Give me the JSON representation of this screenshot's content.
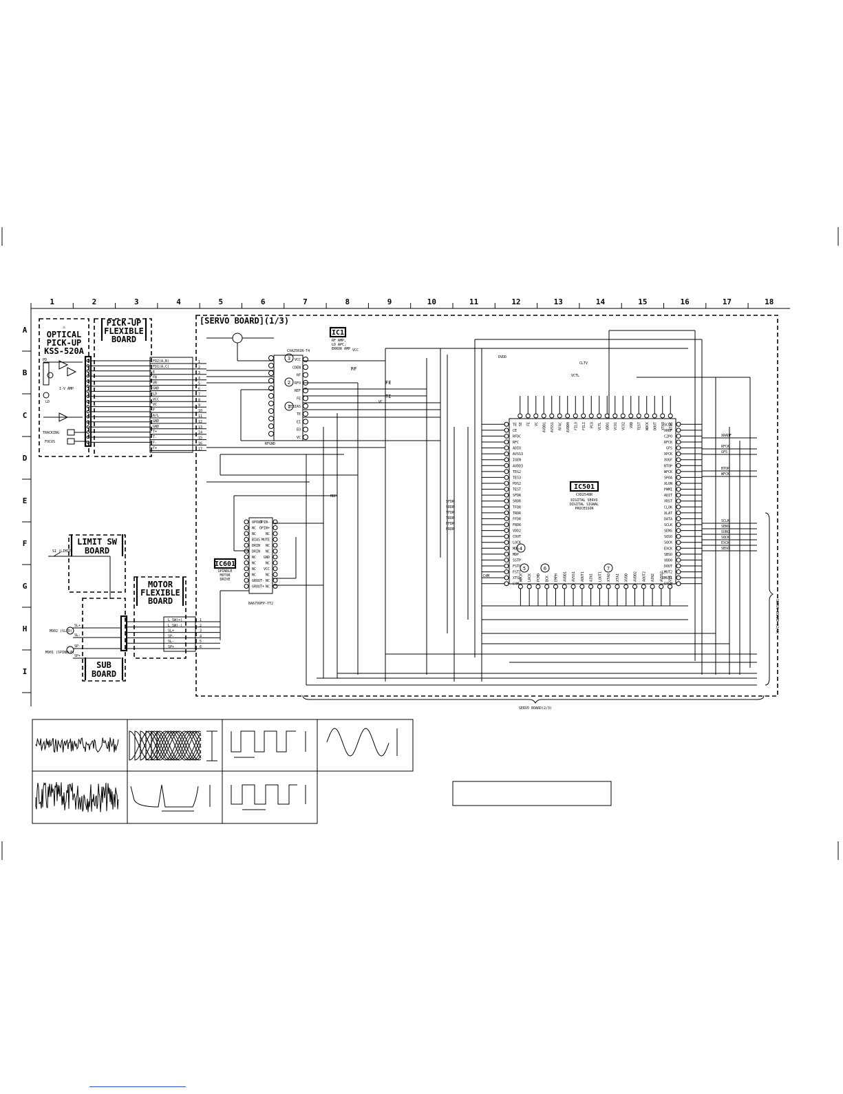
{
  "grid": {
    "columns": [
      "1",
      "2",
      "3",
      "4",
      "5",
      "6",
      "7",
      "8",
      "9",
      "10",
      "11",
      "12",
      "13",
      "14",
      "15",
      "16",
      "17",
      "18"
    ],
    "rows": [
      "A",
      "B",
      "C",
      "D",
      "E",
      "F",
      "G",
      "H",
      "I"
    ]
  },
  "blocks": {
    "optical_pickup": {
      "lines": [
        "OPTICAL",
        "PICK-UP",
        "KSS-520A"
      ],
      "amp_label": "I-V AMP",
      "tracking": "TRACKING",
      "focus": "FOCUS",
      "ld": "LD",
      "pd": "PD"
    },
    "pickup_flex": {
      "lines": [
        "PICK-UP",
        "FLEXIBLE",
        "BOARD"
      ]
    },
    "servo_board": {
      "title": "[SERVO BOARD](1/3)"
    },
    "limit_sw": {
      "lines": [
        "LIMIT SW",
        "BOARD"
      ],
      "switch": "S1 (LIMIT)"
    },
    "motor_flex": {
      "lines": [
        "MOTOR",
        "FLEXIBLE",
        "BOARD"
      ]
    },
    "sub_board": {
      "lines": [
        "SUB",
        "BOARD"
      ],
      "m902": "M902 (SLED)",
      "m901": "M901 (SPINDLE)"
    }
  },
  "ic1": {
    "name": "IC1",
    "desc": [
      "RF AMP,",
      "LD APC,",
      "ERROR AMP"
    ],
    "part": "CXA2581N-T4",
    "pins": [
      "VCC",
      "CDEN",
      "RF",
      "RFO",
      "REF",
      "FE",
      "FEBIAS",
      "TE",
      "EI",
      "EO",
      "VC"
    ]
  },
  "ic501": {
    "name": "IC501",
    "part": "CXD2548R",
    "desc": [
      "DIGITAL SERVO",
      "DIGITAL SIGNAL",
      "PROCESSOR"
    ],
    "left_pins": [
      "TE",
      "CE",
      "RFDC",
      "RFC",
      "ADIO",
      "AVSS3",
      "IGEN",
      "AVDD3",
      "TES2",
      "TES3",
      "PDS2",
      "TEST",
      "SFDR",
      "SRDR",
      "TFDR",
      "TRDR",
      "FFDR",
      "FRDR",
      "VDD2",
      "COUT",
      "LOCK",
      "MDS",
      "MDP",
      "SSTP",
      "FSTO",
      "FSTI",
      "XTSL",
      "C4M"
    ],
    "right_pins": [
      "SCOR",
      "XRDF",
      "C2PO",
      "RFCK",
      "GFS",
      "XPCK",
      "XUGF",
      "BTOP",
      "WFCK",
      "SPOA",
      "XLON",
      "PWMI",
      "ADIT",
      "XRST",
      "CLOK",
      "XLAT",
      "DATA",
      "SCLK",
      "SENS",
      "SQSO",
      "SQCK",
      "EXCK",
      "SBSO",
      "VDD0",
      "DOUT",
      "LMUT2",
      "RMUT1",
      "SYSM"
    ],
    "top_pins": [
      "SE",
      "FE",
      "VC",
      "AVDD1",
      "AVSS1",
      "RFAC",
      "AVDD0",
      "FILO",
      "FILI",
      "PCO",
      "VCTL",
      "VDD1",
      "VCO1",
      "VCO2",
      "VDD",
      "TEST",
      "WDCK",
      "DOUT",
      "XTAO",
      "XTAI"
    ],
    "bottom_pins": [
      "WDCK",
      "LRCK",
      "PCMD",
      "BCK",
      "EMPH",
      "AVDD1",
      "AVSS1",
      "AOUT1",
      "AIN1",
      "LOUT1",
      "XTAO",
      "XTAI",
      "XVDD",
      "AVDD2",
      "AOUT2",
      "AIN2",
      "AVSS2",
      "VSS"
    ]
  },
  "ic601": {
    "name": "IC601",
    "desc": [
      "SPINDLE",
      "MOTOR",
      "DRIVE"
    ],
    "part": "BA6799FP-YT2",
    "left_pins": [
      "OPOUT",
      "NC",
      "NC",
      "BIAS",
      "DRIN",
      "DRIN",
      "NC",
      "NC",
      "NC",
      "NC",
      "GROUT-",
      "GROUT+"
    ],
    "right_pins": [
      "OPIN-",
      "OPIN+",
      "NC",
      "MUTE",
      "NC",
      "NC",
      "GND",
      "NC",
      "VCC",
      "NC",
      "NC",
      "NC"
    ]
  },
  "connectors": {
    "cn1_pins": [
      "FD2(A,B)",
      "FD1(A,C)",
      "E",
      "FB",
      "VR",
      "GND",
      "LD",
      "VCC",
      "VC",
      "F",
      "A/L",
      "GND",
      "GND",
      "T+",
      "T-",
      "F-",
      "F+"
    ],
    "cn1_nums": [
      "1",
      "2",
      "3",
      "4",
      "5",
      "6",
      "7",
      "8",
      "9",
      "10",
      "11",
      "12",
      "13",
      "14",
      "15",
      "16",
      "17"
    ],
    "cn_motor_pins": [
      "L_SW(+)",
      "L_SW(-)",
      "SL+",
      "SP-",
      "SL-",
      "SP+"
    ],
    "cn_motor_nums": [
      "1",
      "2",
      "3",
      "4",
      "5",
      "6"
    ],
    "motor_side_labels": [
      "SL+",
      "SL-",
      "SP-",
      "SP+"
    ],
    "servo_right_signals": [
      "XRADF",
      "RFCK",
      "GFS",
      "BTOP",
      "WFCK",
      "SCLK",
      "SENS",
      "SUBQ",
      "SQCK",
      "EXCK",
      "SBSO"
    ]
  },
  "waveform_markers": [
    "1",
    "2",
    "3",
    "4",
    "5",
    "6",
    "7"
  ],
  "footer_labels": [
    "SERVO BOARD(2/3)",
    "SERVO BOARD (2/3)"
  ],
  "signal_labels": [
    "RF",
    "FE",
    "TE",
    "VCC",
    "VC",
    "RFGND",
    "SFDR",
    "SRDR",
    "TFDR",
    "TRDR",
    "FFDR",
    "FRDR",
    "MDP",
    "C4M",
    "VCTL",
    "CLTV",
    "DVDD"
  ]
}
